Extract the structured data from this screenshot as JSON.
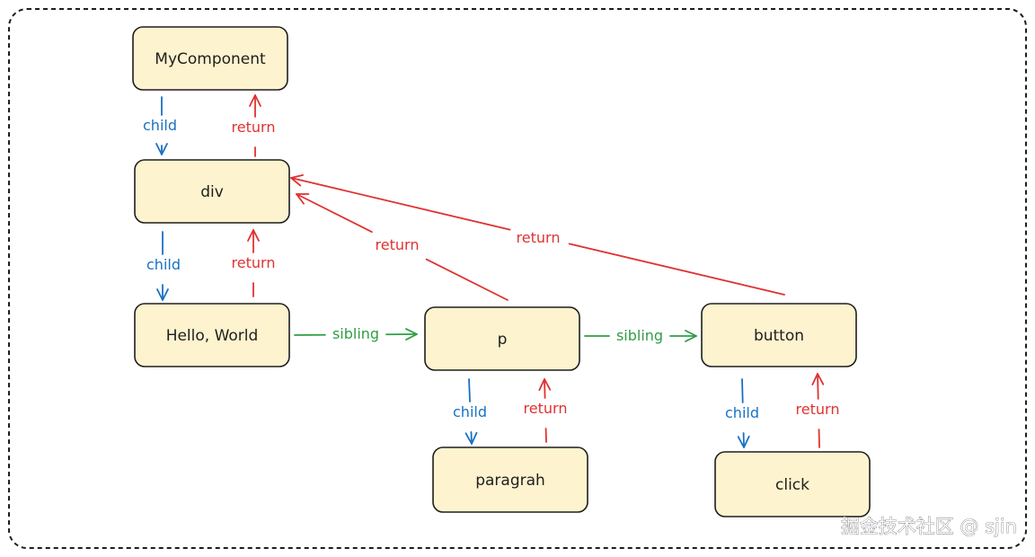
{
  "colors": {
    "child": "#1971c2",
    "return": "#e03131",
    "sibling": "#2f9e44",
    "node_fill": "#fdf3cf",
    "node_stroke": "#1e1e1e"
  },
  "nodes": [
    {
      "id": "mycomponent",
      "label": "MyComponent"
    },
    {
      "id": "div",
      "label": "div"
    },
    {
      "id": "hello",
      "label": "Hello, World"
    },
    {
      "id": "p",
      "label": "p"
    },
    {
      "id": "button",
      "label": "button"
    },
    {
      "id": "paragrah",
      "label": "paragrah"
    },
    {
      "id": "click",
      "label": "click"
    }
  ],
  "edges": [
    {
      "from": "mycomponent",
      "to": "div",
      "kind": "child",
      "label": "child"
    },
    {
      "from": "div",
      "to": "mycomponent",
      "kind": "return",
      "label": "return"
    },
    {
      "from": "div",
      "to": "hello",
      "kind": "child",
      "label": "child"
    },
    {
      "from": "hello",
      "to": "div",
      "kind": "return",
      "label": "return"
    },
    {
      "from": "hello",
      "to": "p",
      "kind": "sibling",
      "label": "sibling"
    },
    {
      "from": "p",
      "to": "button",
      "kind": "sibling",
      "label": "sibling"
    },
    {
      "from": "p",
      "to": "div",
      "kind": "return",
      "label": "return"
    },
    {
      "from": "button",
      "to": "div",
      "kind": "return",
      "label": "return"
    },
    {
      "from": "p",
      "to": "paragrah",
      "kind": "child",
      "label": "child"
    },
    {
      "from": "paragrah",
      "to": "p",
      "kind": "return",
      "label": "return"
    },
    {
      "from": "button",
      "to": "click",
      "kind": "child",
      "label": "child"
    },
    {
      "from": "click",
      "to": "button",
      "kind": "return",
      "label": "return"
    }
  ],
  "watermark": "掘金技术社区 @ sjin"
}
